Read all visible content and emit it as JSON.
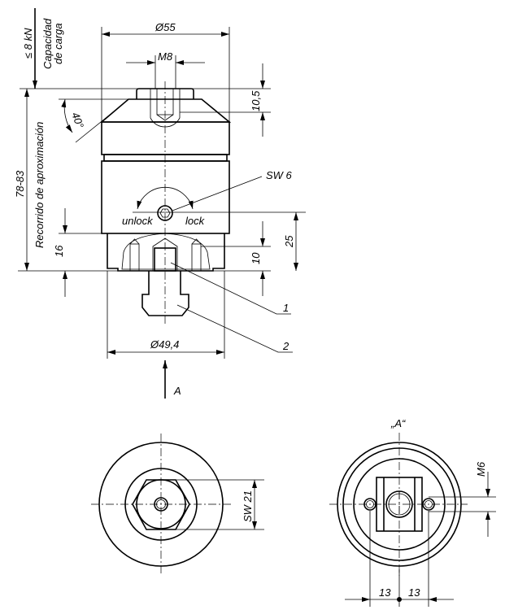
{
  "main_view": {
    "diameter_top": "Ø55",
    "thread_top": "M8",
    "height_top": "10,5",
    "angle": "40°",
    "load_value": "≤ 8 kN",
    "load_label_line1": "Capacidad",
    "load_label_line2": "de carga",
    "travel_value": "78-83",
    "travel_label": "Recorrido de aproximación",
    "wrench_size": "SW 6",
    "unlock_label": "unlock",
    "lock_label": "lock",
    "dim_16": "16",
    "dim_25": "25",
    "dim_10": "10",
    "part_1": "1",
    "part_2": "2",
    "diameter_bottom": "Ø49,4",
    "view_arrow_label": "A"
  },
  "bottom_left_view": {
    "wrench_size": "SW 21"
  },
  "bottom_right_view": {
    "title": "„A“",
    "thread": "M6",
    "dim_left": "13",
    "dim_right": "13"
  }
}
